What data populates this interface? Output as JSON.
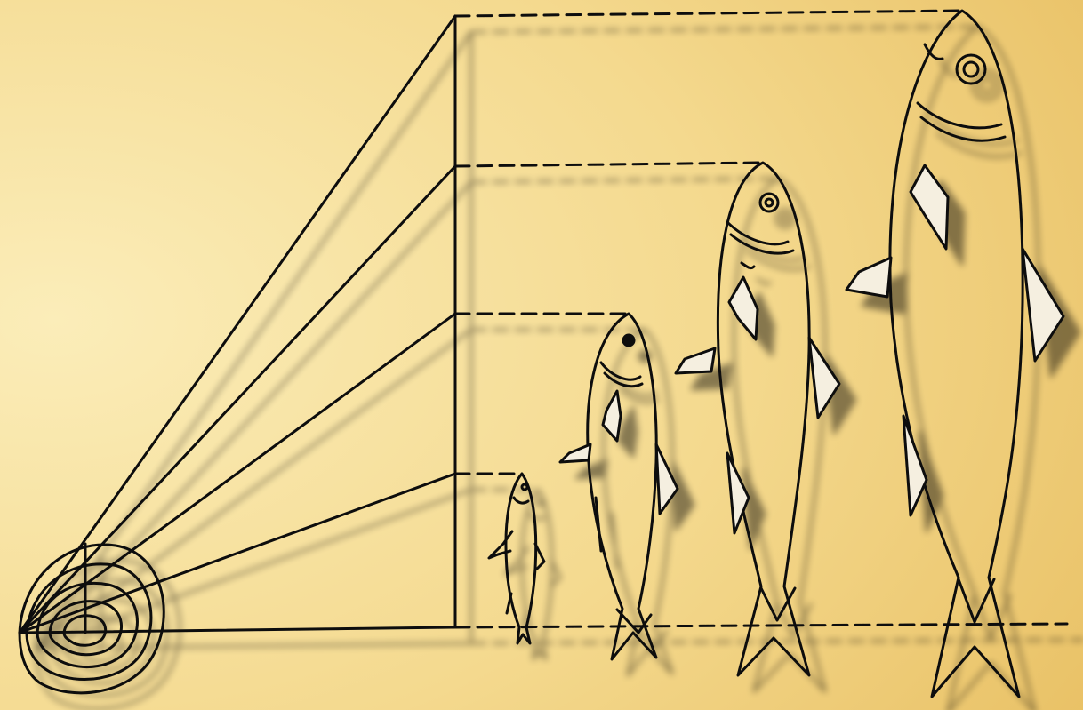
{
  "diagram": {
    "fish_count": 4,
    "scale_rings_visible": true,
    "projection_lines": 5,
    "style": "line-art with drop shadow"
  },
  "colors": {
    "background_light": "#fbedb9",
    "background_mid": "#f4d98e",
    "background_dark": "#e8bf62",
    "ink": "#111111",
    "shadow": "#6b5a34",
    "fin_fill": "#f5efe0"
  },
  "icons": [
    "fish-scale-icon",
    "fish-icon"
  ]
}
